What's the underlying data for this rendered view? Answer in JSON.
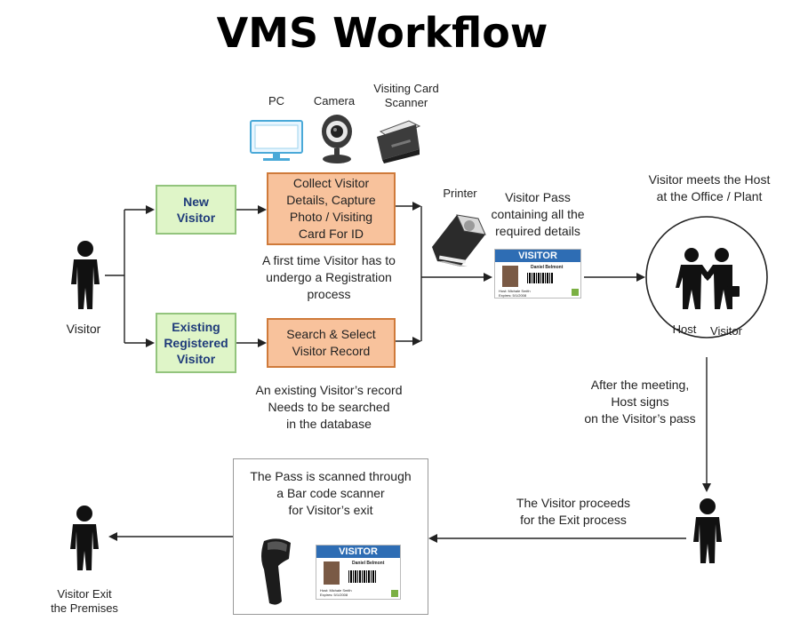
{
  "title": "VMS Workflow",
  "devices": {
    "pc": "PC",
    "camera": "Camera",
    "card_scanner": "Visiting Card\nScanner",
    "printer": "Printer"
  },
  "visitor_start": "Visitor",
  "new_visitor": "New\nVisitor",
  "existing_visitor": "Existing\nRegistered\nVisitor",
  "collect_box": "Collect Visitor\nDetails, Capture\nPhoto / Visiting\nCard For ID",
  "search_box": "Search & Select\nVisitor Record",
  "first_time_note": "A first time Visitor has to\nundergo a Registration\nprocess",
  "existing_note": "An existing Visitor’s record\nNeeds to be searched\nin the database",
  "pass_caption": "Visitor Pass\ncontaining all the\nrequired details",
  "meets_caption": "Visitor meets the Host\nat the Office / Plant",
  "host_label": "Host",
  "visitor_label": "Visitor",
  "after_meeting": "After the meeting,\nHost signs\non the Visitor’s pass",
  "proceeds_exit": "The Visitor proceeds\nfor the Exit process",
  "scan_caption": "The Pass is scanned through\na Bar code scanner\nfor Visitor’s exit",
  "exit_label": "Visitor Exit\nthe Premises",
  "badge": {
    "header": "VISITOR",
    "name": "Daniel Belmont",
    "host_line": "Host: Michale Smith",
    "expires_line": "Expires: 5/1/2008"
  },
  "colors": {
    "green_fill": "#dff5c8",
    "green_border": "#93c47d",
    "orange_fill": "#f8c29c",
    "orange_border": "#cf7a3a",
    "badge_blue": "#2e6db4"
  }
}
